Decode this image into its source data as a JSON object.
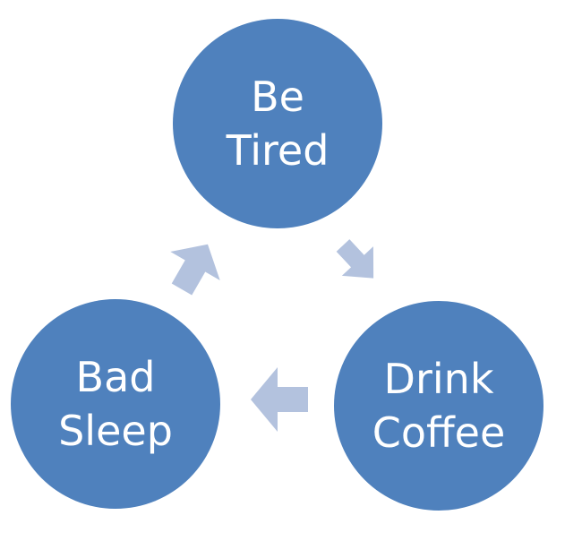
{
  "colors": {
    "node_fill": "#4f81bd",
    "arrow_fill": "#b3c2de",
    "text": "#ffffff",
    "background": "#ffffff"
  },
  "nodes": {
    "top": {
      "line1": "Be",
      "line2": "Tired"
    },
    "right": {
      "line1": "Drink",
      "line2": "Coffee"
    },
    "left": {
      "line1": "Bad",
      "line2": "Sleep"
    }
  },
  "edges": [
    {
      "from": "top",
      "to": "right"
    },
    {
      "from": "right",
      "to": "left"
    },
    {
      "from": "left",
      "to": "top"
    }
  ]
}
